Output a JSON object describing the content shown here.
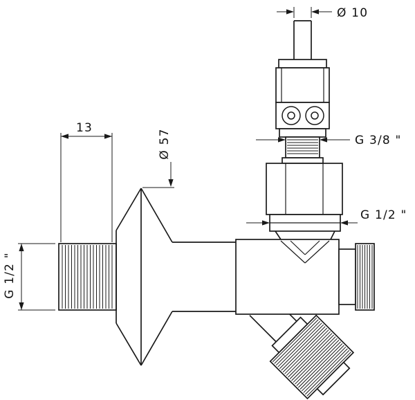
{
  "labels": {
    "dia_top": "Ø 10",
    "thread_top": "G 3/8 \"",
    "thread_side": "G 1/2 \"",
    "dia_flange": "Ø 57",
    "thread_length": "13",
    "thread_left": "G 1/2 \""
  },
  "colors": {
    "line": "#1a1a1a",
    "background": "#ffffff"
  }
}
